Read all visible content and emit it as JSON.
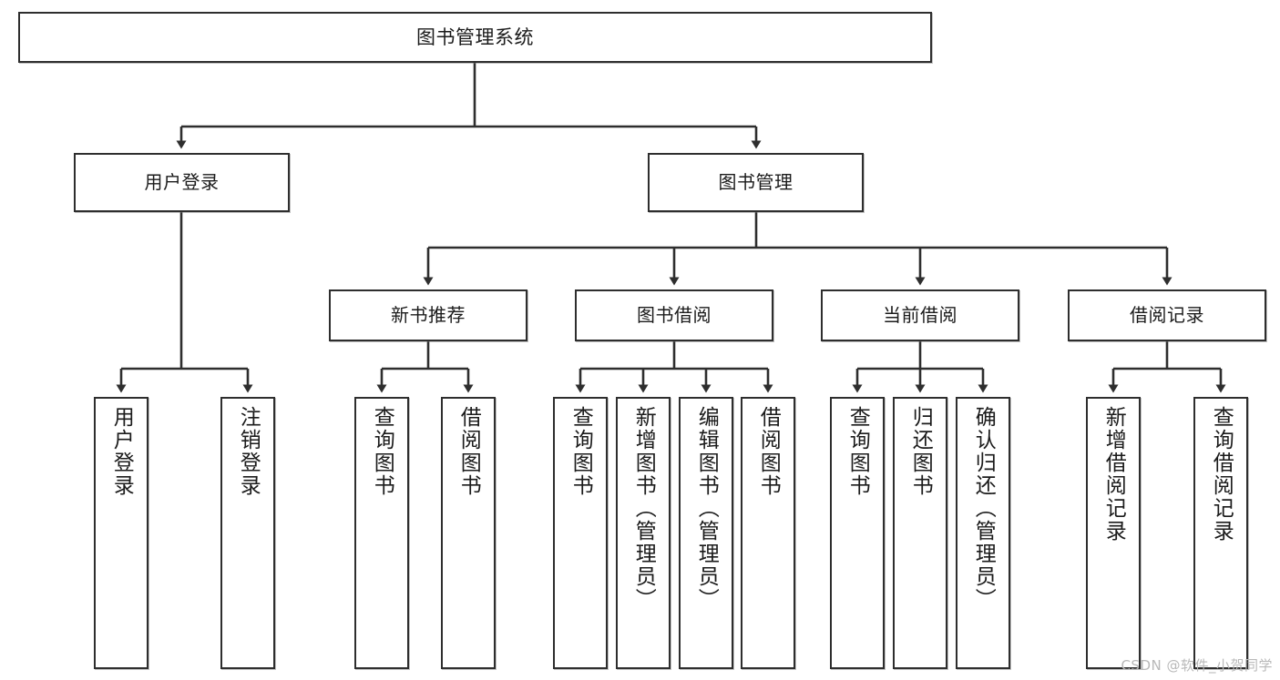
{
  "diagram": {
    "type": "tree",
    "title": "图书管理系统",
    "orientation": "top-down",
    "edge_style": "orthogonal-arrow",
    "colors": {
      "box_border": "#2e2e2e",
      "box_fill": "#ffffff",
      "edge": "#2e2e2e",
      "text": "#1b1b1b",
      "watermark": "#b9b9b9"
    }
  },
  "root": {
    "label": "图书管理系统"
  },
  "level1": [
    {
      "label": "用户登录"
    },
    {
      "label": "图书管理"
    }
  ],
  "level2": [
    {
      "label": "新书推荐"
    },
    {
      "label": "图书借阅"
    },
    {
      "label": "当前借阅"
    },
    {
      "label": "借阅记录"
    }
  ],
  "leaves": {
    "user_login": [
      {
        "label": "用户登录"
      },
      {
        "label": "注销登录"
      }
    ],
    "new_book": [
      {
        "label": "查询图书"
      },
      {
        "label": "借阅图书"
      }
    ],
    "book_borrow": [
      {
        "label": "查询图书"
      },
      {
        "label": "新增图书（管理员）"
      },
      {
        "label": "编辑图书（管理员）"
      },
      {
        "label": "借阅图书"
      }
    ],
    "current_borrow": [
      {
        "label": "查询图书"
      },
      {
        "label": "归还图书"
      },
      {
        "label": "确认归还（管理员）"
      }
    ],
    "borrow_record": [
      {
        "label": "新增借阅记录"
      },
      {
        "label": "查询借阅记录"
      }
    ]
  },
  "watermark": {
    "text": "CSDN @软件_小贺同学"
  }
}
